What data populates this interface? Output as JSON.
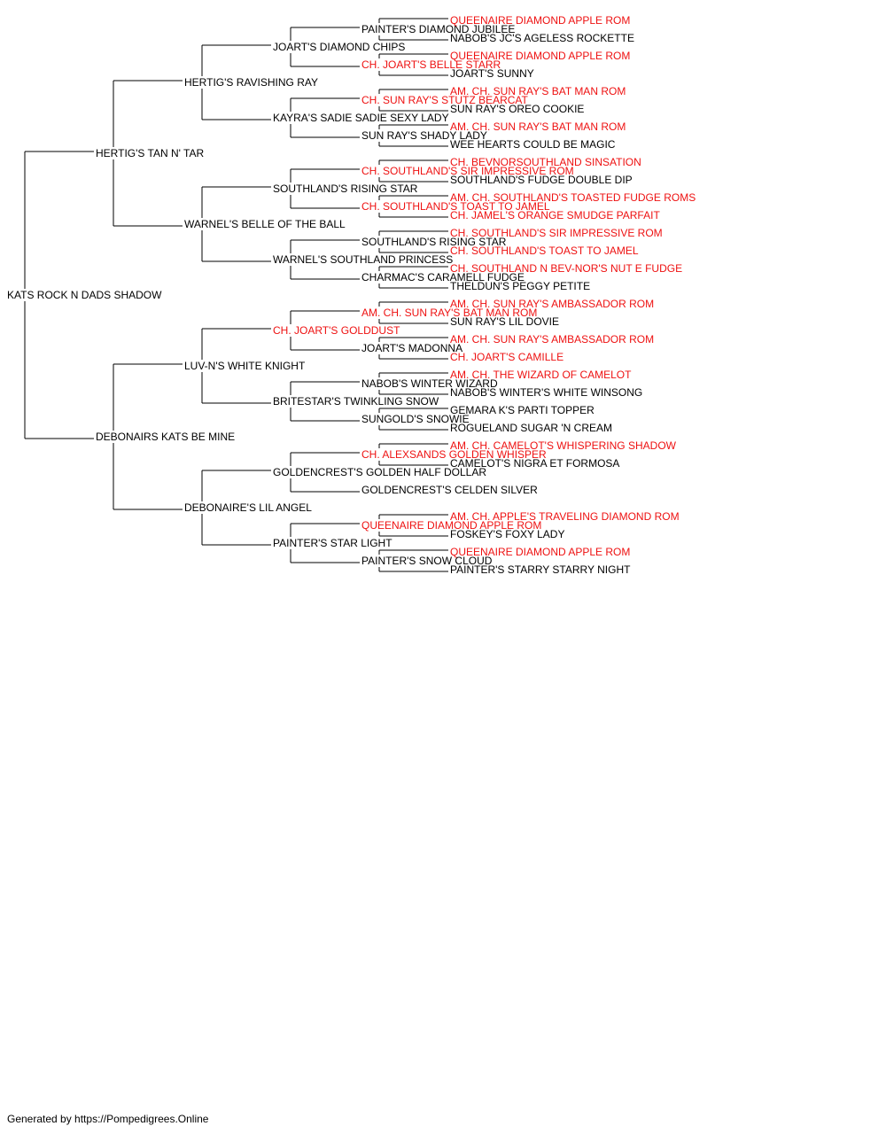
{
  "colors": {
    "line": "#000000",
    "normal": "#000000",
    "titled": "#ee1111"
  },
  "pedigree": {
    "name": "KATS ROCK N DADS SHADOW",
    "red": false,
    "sire": {
      "name": "HERTIG'S TAN N' TAR",
      "red": false,
      "sire": {
        "name": "HERTIG'S RAVISHING RAY",
        "red": false,
        "sire": {
          "name": "JOART'S DIAMOND CHIPS",
          "red": false,
          "sire": {
            "name": "PAINTER'S DIAMOND JUBILEE",
            "red": false,
            "sire": {
              "name": "QUEENAIRE DIAMOND APPLE ROM",
              "red": true
            },
            "dam": {
              "name": "NABOB'S JC'S AGELESS ROCKETTE",
              "red": false
            }
          },
          "dam": {
            "name": "CH. JOART'S BELLE STARR",
            "red": true,
            "sire": {
              "name": "QUEENAIRE DIAMOND APPLE ROM",
              "red": true
            },
            "dam": {
              "name": "JOART'S SUNNY",
              "red": false
            }
          }
        },
        "dam": {
          "name": "KAYRA'S SADIE SADIE SEXY LADY",
          "red": false,
          "sire": {
            "name": "CH. SUN RAY'S STUTZ BEARCAT",
            "red": true,
            "sire": {
              "name": "AM. CH. SUN RAY'S BAT MAN ROM",
              "red": true
            },
            "dam": {
              "name": "SUN RAY'S OREO COOKIE",
              "red": false
            }
          },
          "dam": {
            "name": "SUN RAY'S SHADY LADY",
            "red": false,
            "sire": {
              "name": "AM. CH. SUN RAY'S BAT MAN ROM",
              "red": true
            },
            "dam": {
              "name": "WEE HEARTS COULD BE MAGIC",
              "red": false
            }
          }
        }
      },
      "dam": {
        "name": "WARNEL'S BELLE OF THE BALL",
        "red": false,
        "sire": {
          "name": "SOUTHLAND'S RISING STAR",
          "red": false,
          "sire": {
            "name": "CH. SOUTHLAND'S SIR IMPRESSIVE ROM",
            "red": true,
            "sire": {
              "name": "CH. BEVNORSOUTHLAND SINSATION",
              "red": true
            },
            "dam": {
              "name": "SOUTHLAND'S FUDGE DOUBLE DIP",
              "red": false
            }
          },
          "dam": {
            "name": "CH. SOUTHLAND'S TOAST TO JAMEL",
            "red": true,
            "sire": {
              "name": "AM. CH. SOUTHLAND'S TOASTED FUDGE ROMS",
              "red": true
            },
            "dam": {
              "name": "CH. JAMEL'S ORANGE SMUDGE PARFAIT",
              "red": true
            }
          }
        },
        "dam": {
          "name": "WARNEL'S SOUTHLAND PRINCESS",
          "red": false,
          "sire": {
            "name": "SOUTHLAND'S RISING STAR",
            "red": false,
            "sire": {
              "name": "CH. SOUTHLAND'S SIR IMPRESSIVE ROM",
              "red": true
            },
            "dam": {
              "name": "CH. SOUTHLAND'S TOAST TO JAMEL",
              "red": true
            }
          },
          "dam": {
            "name": "CHARMAC'S CARAMELL FUDGE",
            "red": false,
            "sire": {
              "name": "CH. SOUTHLAND N BEV-NOR'S NUT E FUDGE",
              "red": true
            },
            "dam": {
              "name": "THELDUN'S PEGGY PETITE",
              "red": false
            }
          }
        }
      }
    },
    "dam": {
      "name": "DEBONAIRS KATS BE MINE",
      "red": false,
      "sire": {
        "name": "LUV-N'S WHITE KNIGHT",
        "red": false,
        "sire": {
          "name": "CH. JOART'S GOLDDUST",
          "red": true,
          "sire": {
            "name": "AM. CH. SUN RAY'S BAT MAN ROM",
            "red": true,
            "sire": {
              "name": "AM. CH. SUN RAY'S AMBASSADOR ROM",
              "red": true
            },
            "dam": {
              "name": "SUN RAY'S LIL DOVIE",
              "red": false
            }
          },
          "dam": {
            "name": "JOART'S MADONNA",
            "red": false,
            "sire": {
              "name": "AM. CH. SUN RAY'S AMBASSADOR ROM",
              "red": true
            },
            "dam": {
              "name": "CH. JOART'S CAMILLE",
              "red": true
            }
          }
        },
        "dam": {
          "name": "BRITESTAR'S TWINKLING SNOW",
          "red": false,
          "sire": {
            "name": "NABOB'S WINTER WIZARD",
            "red": false,
            "sire": {
              "name": "AM. CH. THE WIZARD OF CAMELOT",
              "red": true
            },
            "dam": {
              "name": "NABOB'S WINTER'S WHITE WINSONG",
              "red": false
            }
          },
          "dam": {
            "name": "SUNGOLD'S SNOWIE",
            "red": false,
            "sire": {
              "name": "GEMARA K'S PARTI TOPPER",
              "red": false
            },
            "dam": {
              "name": "ROGUELAND SUGAR 'N CREAM",
              "red": false
            }
          }
        }
      },
      "dam": {
        "name": "DEBONAIRE'S LIL ANGEL",
        "red": false,
        "sire": {
          "name": "GOLDENCREST'S GOLDEN HALF DOLLAR",
          "red": false,
          "sire": {
            "name": "CH. ALEXSANDS GOLDEN WHISPER",
            "red": true,
            "sire": {
              "name": "AM. CH. CAMELOT'S WHISPERING SHADOW",
              "red": true
            },
            "dam": {
              "name": "CAMELOT'S NIGRA ET FORMOSA",
              "red": false
            }
          },
          "dam": {
            "name": "GOLDENCREST'S CELDEN SILVER",
            "red": false
          }
        },
        "dam": {
          "name": "PAINTER'S STAR LIGHT",
          "red": false,
          "sire": {
            "name": "QUEENAIRE DIAMOND APPLE ROM",
            "red": true,
            "sire": {
              "name": "AM. CH. APPLE'S TRAVELING DIAMOND ROM",
              "red": true
            },
            "dam": {
              "name": "FOSKEY'S FOXY LADY",
              "red": false
            }
          },
          "dam": {
            "name": "PAINTER'S SNOW CLOUD",
            "red": false,
            "sire": {
              "name": "QUEENAIRE DIAMOND APPLE ROM",
              "red": true
            },
            "dam": {
              "name": "PAINTER'S STARRY STARRY NIGHT",
              "red": false
            }
          }
        }
      }
    }
  },
  "footer": "Generated by https://Pompedigrees.Online"
}
